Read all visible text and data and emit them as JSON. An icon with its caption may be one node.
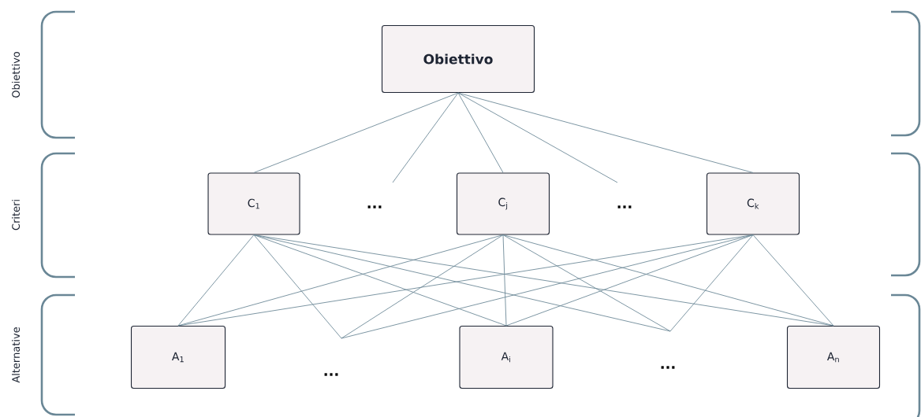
{
  "diagram": {
    "nodes": [
      {
        "text": [
          "Obiettivo"
        ]
      },
      {
        "text": [
          "C$_{1}$"
        ]
      },
      {
        "text": [
          "..."
        ]
      },
      {
        "text": [
          "C$_{j}$"
        ]
      },
      {
        "text": [
          "..."
        ]
      },
      {
        "text": [
          "C$_{k}$"
        ]
      },
      {
        "text": [
          "A$_{1}$"
        ]
      },
      {
        "text": [
          "..."
        ]
      },
      {
        "text": [
          "A$_{i}$"
        ]
      },
      {
        "text": [
          "..."
        ]
      },
      {
        "text": [
          "A$_{n}$"
        ]
      }
    ],
    "edges": [
      {
        "from": 0,
        "to": 1,
        "arrow": "none"
      },
      {
        "from": 0,
        "to": 2,
        "arrow": "none"
      },
      {
        "from": 0,
        "to": 3,
        "arrow": "none"
      },
      {
        "from": 0,
        "to": 4,
        "arrow": "none"
      },
      {
        "from": 0,
        "to": 5,
        "arrow": "none"
      },
      {
        "from": 1,
        "to": 6,
        "arrow": "none"
      },
      {
        "from": 1,
        "to": 7,
        "arrow": "none"
      },
      {
        "from": 1,
        "to": 8,
        "arrow": "none"
      },
      {
        "from": 1,
        "to": 9,
        "arrow": "none"
      },
      {
        "from": 1,
        "to": 10,
        "arrow": "none"
      },
      {
        "from": 3,
        "to": 6,
        "arrow": "none"
      },
      {
        "from": 3,
        "to": 7,
        "arrow": "none"
      },
      {
        "from": 3,
        "to": 8,
        "arrow": "none"
      },
      {
        "from": 3,
        "to": 9,
        "arrow": "none"
      },
      {
        "from": 3,
        "to": 10,
        "arrow": "none"
      },
      {
        "from": 5,
        "to": 6,
        "arrow": "none"
      },
      {
        "from": 5,
        "to": 7,
        "arrow": "none"
      },
      {
        "from": 5,
        "to": 8,
        "arrow": "none"
      },
      {
        "from": 5,
        "to": 9,
        "arrow": "none"
      },
      {
        "from": 5,
        "to": 10,
        "arrow": "none"
      }
    ],
    "labels": [
      "Obiettivo",
      "Criteri",
      "Alternative"
    ]
  }
}
